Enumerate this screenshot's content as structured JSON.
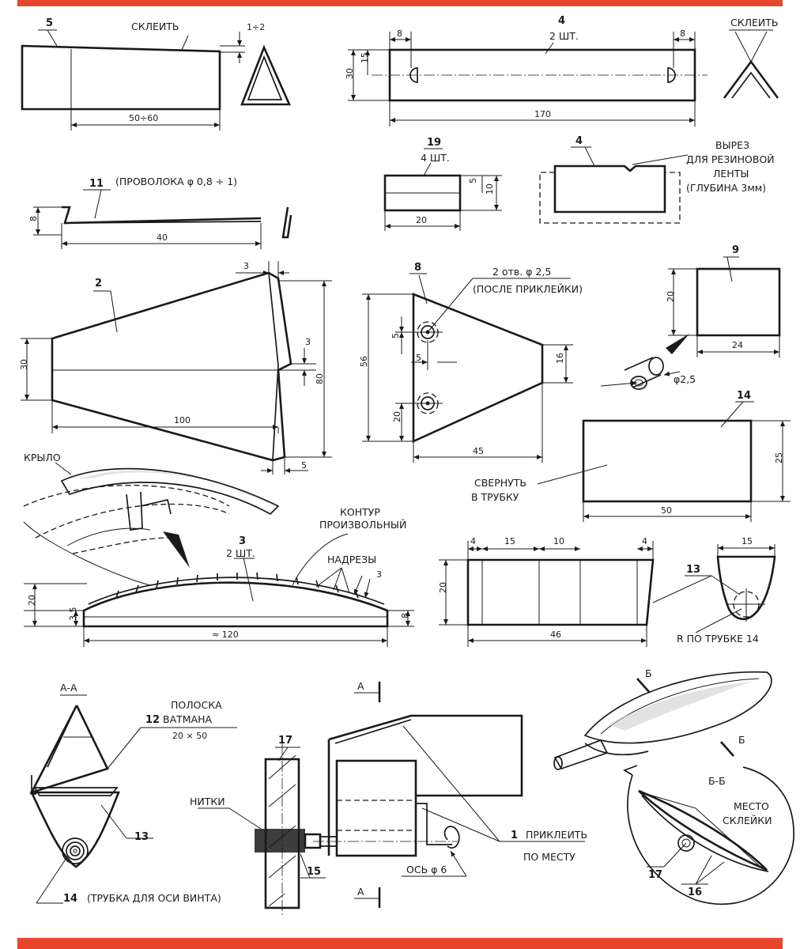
{
  "colors": {
    "border": "#e8452d",
    "ink": "#1a1a1a",
    "paper": "#ffffff"
  },
  "part5": {
    "num": "5",
    "glue": "СКЛЕИТЬ",
    "gap": "1÷2",
    "length": "50÷60"
  },
  "part4": {
    "num": "4",
    "qty": "2 ШТ.",
    "edge_left": "8",
    "edge_right": "8",
    "height": "30",
    "mid": "15",
    "length": "170",
    "glue": "СКЛЕИТЬ"
  },
  "part19": {
    "num": "19",
    "qty": "4 ШТ.",
    "half": "5",
    "height": "10",
    "width": "20"
  },
  "part4_cut": {
    "num": "4",
    "note": [
      "ВЫРЕЗ",
      "ДЛЯ РЕЗИНОВОЙ",
      "ЛЕНТЫ",
      "(ГЛУБИНА 3мм)"
    ]
  },
  "part11": {
    "num": "11",
    "note": "(ПРОВОЛОКА φ 0,8 ÷ 1)",
    "height": "8",
    "length": "40"
  },
  "part2": {
    "num": "2",
    "top": "3",
    "notch": "3",
    "height_left": "30",
    "height": "80",
    "length": "100",
    "bottom": "5"
  },
  "part8": {
    "num": "8",
    "holes": "2 отв. φ 2,5",
    "holes_note": "(ПОСЛЕ ПРИКЛЕЙКИ)",
    "v5": "5",
    "h5": "5",
    "height": "56",
    "low": "20",
    "right": "16",
    "width": "45"
  },
  "part9": {
    "num": "9",
    "height": "20",
    "width": "24",
    "dia": "φ2,5"
  },
  "part14": {
    "num": "14",
    "height": "25",
    "width": "50",
    "note": [
      "СВЕРНУТЬ",
      "В ТРУБКУ"
    ]
  },
  "wing": {
    "label": "КРЫЛО"
  },
  "part3": {
    "num": "3",
    "qty": "2 ШТ.",
    "contour": [
      "КОНТУР",
      "ПРОИЗВОЛЬНЫЙ"
    ],
    "cuts": "НАДРЕЗЫ",
    "cut_w": "3",
    "h_total": "20",
    "h_low": "3,5",
    "h_right": "8",
    "length": "≈ 120"
  },
  "panel46": {
    "d1": "4",
    "d2": "15",
    "d3": "10",
    "d4": "4",
    "height": "20",
    "length": "46"
  },
  "part13": {
    "num": "13",
    "width": "15",
    "note": "R ПО ТРУБКЕ 14"
  },
  "section_aa": {
    "title": "А-А",
    "strip": "ПОЛОСКА",
    "strip_num": "12",
    "strip_name": "ВАТМАНА",
    "strip_size": "20 × 50",
    "n13": "13",
    "n14": "14",
    "tube_note": "(ТРУБКА ДЛЯ ОСИ ВИНТА)"
  },
  "assembly": {
    "cut_top": "А",
    "cut_bot": "А",
    "n17": "17",
    "threads": "НИТКИ",
    "n15": "15",
    "n1": "1",
    "glue1": "ПРИКЛЕИТЬ",
    "glue2": "ПО МЕСТУ",
    "axis": "ОСЬ φ 6"
  },
  "section_bb": {
    "cut1": "Б",
    "cut2": "Б",
    "title": "Б-Б",
    "glue_place": [
      "МЕСТО",
      "СКЛЕЙКИ"
    ],
    "n17": "17",
    "n16": "16"
  }
}
